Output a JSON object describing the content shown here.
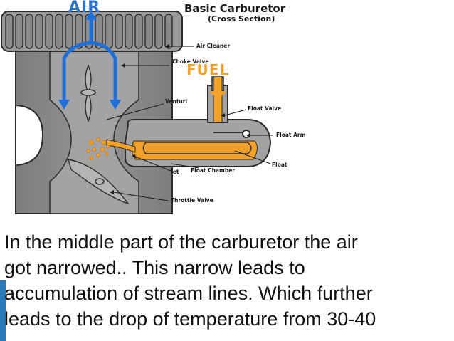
{
  "diagram": {
    "title": "Basic Carburetor",
    "subtitle": "(Cross Section)",
    "air_label": "AIR",
    "fuel_label": "FUEL",
    "labels": {
      "air_cleaner": "Air Cleaner",
      "choke_valve": "Choke Valve",
      "venturi": "Venturi",
      "float_valve": "Float Valve",
      "float_arm": "Float Arm",
      "float": "Float",
      "float_chamber": "Float Chamber",
      "jet": "Jet",
      "throttle_valve": "Throttle Valve"
    },
    "colors": {
      "body": "#8c8c8c",
      "cleaner": "#9a9a9a",
      "air_arrow": "#1f6fd6",
      "fuel": "#f2a12a",
      "air_text": "#2f73c9",
      "fuel_text": "#f2a12a"
    }
  },
  "caption": {
    "lines": [
      "In the middle part of the carburetor the air",
      "got narrowed.. This narrow leads to",
      "accumulation of stream lines. Which further",
      "leads to the drop of temperature from 30-40"
    ]
  }
}
